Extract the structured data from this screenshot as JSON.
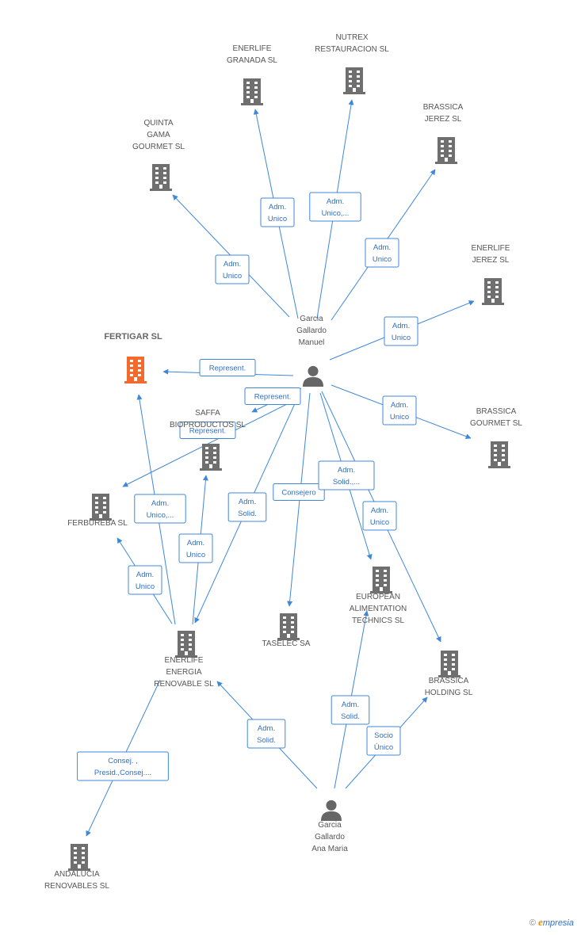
{
  "colors": {
    "edge": "#3f87d8",
    "building": "#6f6f6f",
    "focus_building": "#f26a2e",
    "person": "#666666",
    "label_border": "#3f87d8",
    "label_text": "#2f6fc0"
  },
  "persons": [
    {
      "id": "manuel",
      "lines": [
        "Garcia",
        "Gallardo",
        "Manuel"
      ],
      "icon": "person-icon"
    },
    {
      "id": "ana",
      "lines": [
        "Garcia",
        "Gallardo",
        "Ana Maria"
      ],
      "icon": "person-icon"
    }
  ],
  "companies": [
    {
      "id": "enerlife_granada",
      "lines": [
        "ENERLIFE",
        "GRANADA SL"
      ],
      "icon": "building-icon"
    },
    {
      "id": "nutrex",
      "lines": [
        "NUTREX",
        "RESTAURACION SL"
      ],
      "icon": "building-icon"
    },
    {
      "id": "quinta",
      "lines": [
        "QUINTA",
        "GAMA",
        "GOURMET SL"
      ],
      "icon": "building-icon"
    },
    {
      "id": "brassica_jerez",
      "lines": [
        "BRASSICA",
        "JEREZ SL"
      ],
      "icon": "building-icon"
    },
    {
      "id": "enerlife_jerez",
      "lines": [
        "ENERLIFE",
        "JEREZ SL"
      ],
      "icon": "building-icon"
    },
    {
      "id": "fertigar",
      "lines": [
        "FERTIGAR SL"
      ],
      "icon": "building-icon",
      "focus": true
    },
    {
      "id": "saffa",
      "lines": [
        "SAFFA",
        "BIOPRODUCTOS SL"
      ],
      "icon": "building-icon"
    },
    {
      "id": "brassica_gourmet",
      "lines": [
        "BRASSICA",
        "GOURMET SL"
      ],
      "icon": "building-icon"
    },
    {
      "id": "ferbureba",
      "lines": [
        "FERBUREBA SL"
      ],
      "icon": "building-icon"
    },
    {
      "id": "european",
      "lines": [
        "EUROPEAN",
        "ALIMENTATION",
        "TECHNICS SL"
      ],
      "icon": "building-icon"
    },
    {
      "id": "taselec",
      "lines": [
        "TASELEC SA"
      ],
      "icon": "building-icon"
    },
    {
      "id": "enerlife_energia",
      "lines": [
        "ENERLIFE",
        "ENERGIA",
        "RENOVABLE SL"
      ],
      "icon": "building-icon"
    },
    {
      "id": "brassica_holding",
      "lines": [
        "BRASSICA",
        "HOLDING SL"
      ],
      "icon": "building-icon"
    },
    {
      "id": "andalucia",
      "lines": [
        "ANDALUCIA",
        "RENOVABLES SL"
      ],
      "icon": "building-icon"
    }
  ],
  "edges": [
    {
      "from": "manuel",
      "to": "enerlife_granada",
      "label": [
        "Adm.",
        "Unico"
      ]
    },
    {
      "from": "manuel",
      "to": "nutrex",
      "label": [
        "Adm.",
        "Unico,..."
      ]
    },
    {
      "from": "manuel",
      "to": "quinta",
      "label": [
        "Adm.",
        "Unico"
      ]
    },
    {
      "from": "manuel",
      "to": "brassica_jerez",
      "label": [
        "Adm.",
        "Unico"
      ]
    },
    {
      "from": "manuel",
      "to": "enerlife_jerez",
      "label": [
        "Adm.",
        "Unico"
      ]
    },
    {
      "from": "manuel",
      "to": "fertigar",
      "label": [
        "Represent."
      ]
    },
    {
      "from": "manuel",
      "to": "saffa",
      "label": [
        "Represent."
      ]
    },
    {
      "from": "manuel",
      "to": "ferbureba",
      "label": [
        "Represent."
      ]
    },
    {
      "from": "manuel",
      "to": "brassica_gourmet",
      "label": [
        "Adm.",
        "Unico"
      ]
    },
    {
      "from": "manuel",
      "to": "enerlife_energia",
      "label": [
        "Adm.",
        "Solid."
      ]
    },
    {
      "from": "manuel",
      "to": "taselec",
      "label": [
        "Consejero"
      ]
    },
    {
      "from": "manuel",
      "to": "european",
      "label": [
        "Adm.",
        "Solid.,..."
      ]
    },
    {
      "from": "manuel",
      "to": "brassica_holding",
      "label": [
        "Adm.",
        "Unico"
      ]
    },
    {
      "from": "enerlife_energia",
      "to": "fertigar",
      "label": [
        "Adm.",
        "Unico,..."
      ]
    },
    {
      "from": "enerlife_energia",
      "to": "saffa",
      "label": [
        "Adm.",
        "Unico"
      ]
    },
    {
      "from": "enerlife_energia",
      "to": "ferbureba",
      "label": [
        "Adm.",
        "Unico"
      ]
    },
    {
      "from": "enerlife_energia",
      "to": "andalucia",
      "label": [
        "Consej. ,",
        "Presid.,Consej...."
      ]
    },
    {
      "from": "ana",
      "to": "enerlife_energia",
      "label": [
        "Adm.",
        "Solid."
      ]
    },
    {
      "from": "ana",
      "to": "european",
      "label": [
        "Adm.",
        "Solid."
      ]
    },
    {
      "from": "ana",
      "to": "brassica_holding",
      "label": [
        "Socio",
        "Único"
      ]
    }
  ],
  "footer": {
    "symbol": "©",
    "brand_initial": "e",
    "brand_rest": "mpresia"
  }
}
